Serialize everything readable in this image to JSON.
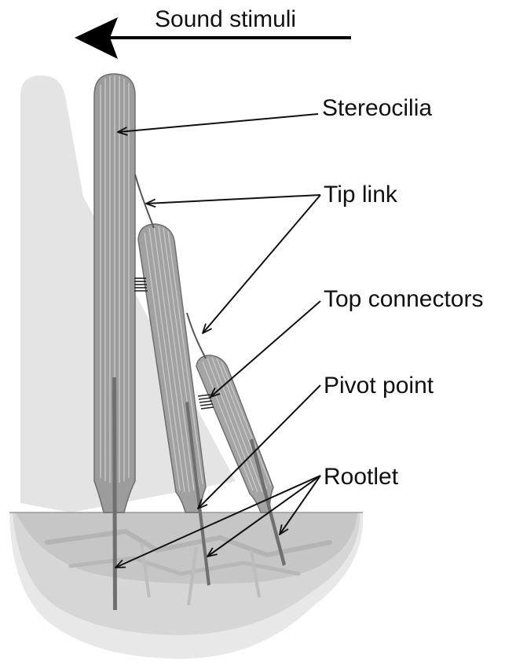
{
  "title_arrow": {
    "label": "Sound stimuli",
    "direction": "left"
  },
  "labels": {
    "stereocilia": "Stereocilia",
    "tip_link": "Tip link",
    "top_connectors": "Top connectors",
    "pivot_point": "Pivot point",
    "rootlet": "Rootlet"
  },
  "colors": {
    "cilium_fill": "#9a9a9a",
    "cilium_stripe": "#c8c8c8",
    "cilium_outline": "#6e6e6e",
    "shadow": "#e2e2e2",
    "cell_base_top": "#bcbcbc",
    "cell_base_mid": "#cfcfcf",
    "cell_base_light": "#e6e6e6",
    "rootlet": "#7a7a7a",
    "connector": "#333333"
  }
}
